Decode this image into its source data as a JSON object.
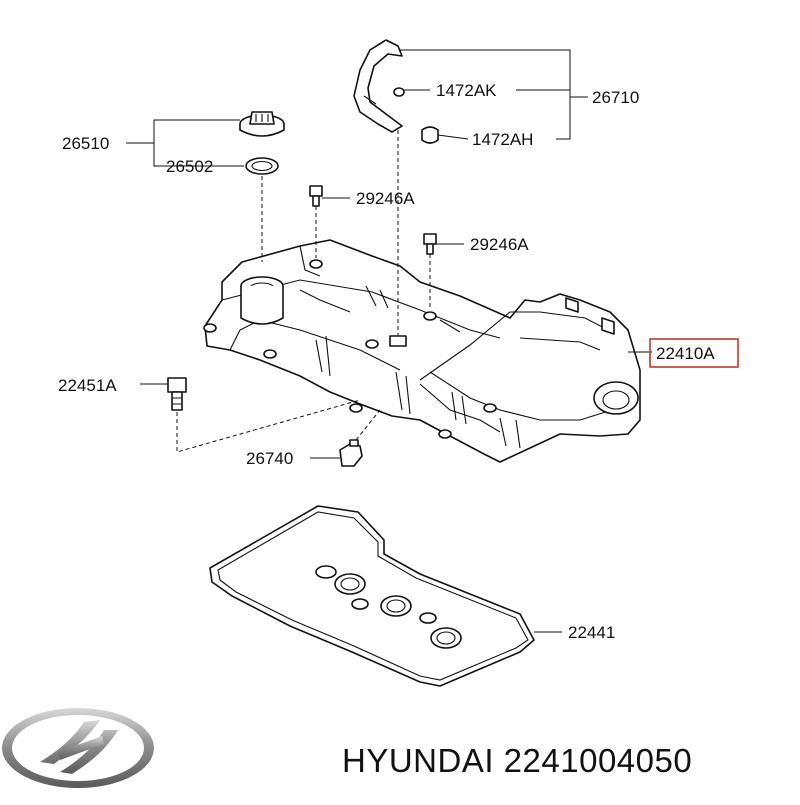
{
  "diagram": {
    "callouts": [
      {
        "id": "c-1472ak",
        "text": "1472AK"
      },
      {
        "id": "c-26710",
        "text": "26710"
      },
      {
        "id": "c-1472ah",
        "text": "1472AH"
      },
      {
        "id": "c-26510",
        "text": "26510"
      },
      {
        "id": "c-26502",
        "text": "26502"
      },
      {
        "id": "c-29246a-1",
        "text": "29246A"
      },
      {
        "id": "c-29246a-2",
        "text": "29246A"
      },
      {
        "id": "c-22410a",
        "text": "22410A"
      },
      {
        "id": "c-22451a",
        "text": "22451A"
      },
      {
        "id": "c-26740",
        "text": "26740"
      },
      {
        "id": "c-22441",
        "text": "22441"
      }
    ],
    "highlight_color": "#c0392b",
    "line_color": "#111111"
  },
  "footer": {
    "brand_text": "HYUNDAI 2241004050",
    "logo": "hyundai-logo-icon"
  }
}
